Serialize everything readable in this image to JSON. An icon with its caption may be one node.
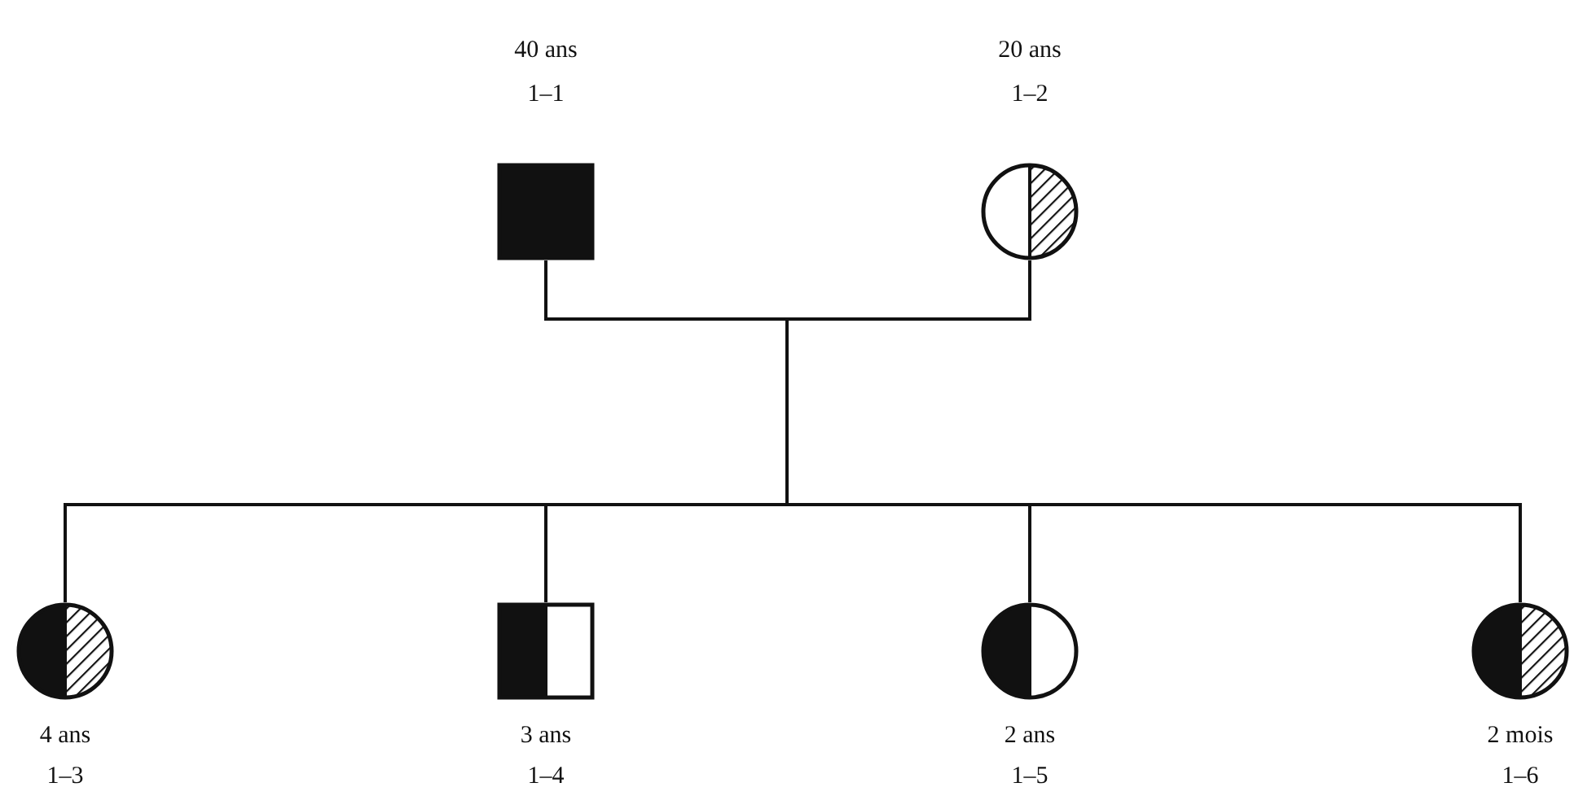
{
  "diagram": {
    "nodes": [
      {
        "text": [
          "40 ans",
          "1–1"
        ]
      },
      {
        "text": [
          "20 ans",
          "1–2"
        ]
      },
      {
        "text": [
          "4 ans",
          "1–3"
        ]
      },
      {
        "text": [
          "3 ans",
          "1–4"
        ]
      },
      {
        "text": [
          "2 ans",
          "1–5"
        ]
      },
      {
        "text": [
          "2 mois",
          "1–6"
        ]
      }
    ],
    "edges": [
      {
        "from": 0,
        "to": 1,
        "arrow": "none"
      },
      {
        "from": null,
        "to": 2,
        "arrow": "none"
      },
      {
        "from": null,
        "to": 3,
        "arrow": "none"
      },
      {
        "from": null,
        "to": 4,
        "arrow": "none"
      },
      {
        "from": null,
        "to": 5,
        "arrow": "none"
      }
    ]
  }
}
